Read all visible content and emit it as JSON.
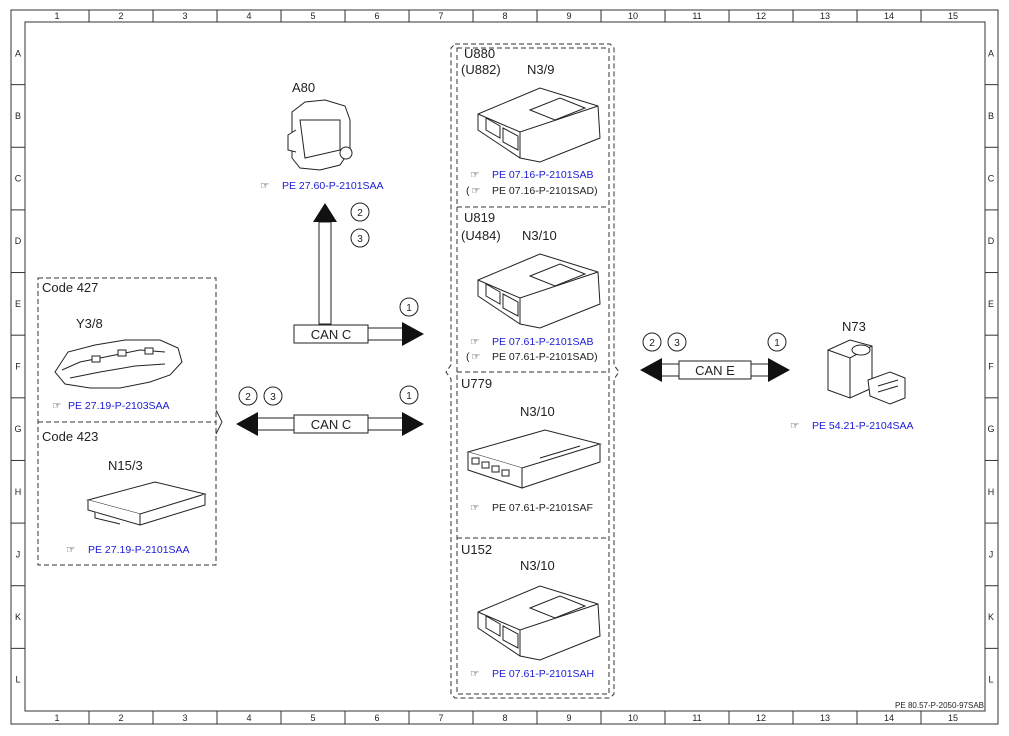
{
  "columns": [
    "1",
    "2",
    "3",
    "4",
    "5",
    "6",
    "7",
    "8",
    "9",
    "10",
    "11",
    "12",
    "13",
    "14",
    "15"
  ],
  "rows": [
    "A",
    "B",
    "C",
    "D",
    "E",
    "F",
    "G",
    "H",
    "J",
    "K",
    "L"
  ],
  "footer_code": "PE 80.57-P-2050-97SAB",
  "left_group": {
    "code427": {
      "title": "Code 427",
      "part": "Y3/8",
      "ref": "PE 27.19-P-2103SAA"
    },
    "code423": {
      "title": "Code 423",
      "part": "N15/3",
      "ref": "PE 27.19-P-2101SAA"
    }
  },
  "a80": {
    "part": "A80",
    "ref": "PE 27.60-P-2101SAA",
    "circles": [
      "2",
      "3"
    ]
  },
  "can_c_upper": {
    "label": "CAN C",
    "circle": "1"
  },
  "can_c_lower": {
    "label": "CAN C",
    "circles_left": [
      "2",
      "3"
    ],
    "circle_right": "1"
  },
  "center_group": {
    "u880": {
      "code1": "U880",
      "code2": "(U882)",
      "part": "N3/9",
      "ref": "PE 07.16-P-2101SAB",
      "ref2": "PE 07.16-P-2101SAD)",
      "ref2_open": "("
    },
    "u819": {
      "code1": "U819",
      "code2": "(U484)",
      "part": "N3/10",
      "ref": "PE 07.61-P-2101SAB",
      "ref2": "PE 07.61-P-2101SAD)",
      "ref2_open": "("
    },
    "u779": {
      "code1": "U779",
      "part": "N3/10",
      "ref": "PE 07.61-P-2101SAF"
    },
    "u152": {
      "code1": "U152",
      "part": "N3/10",
      "ref": "PE 07.61-P-2101SAH"
    }
  },
  "can_e": {
    "label": "CAN E",
    "circles_left": [
      "2",
      "3"
    ],
    "circle_right": "1"
  },
  "n73": {
    "part": "N73",
    "ref": "PE 54.21-P-2104SAA"
  }
}
